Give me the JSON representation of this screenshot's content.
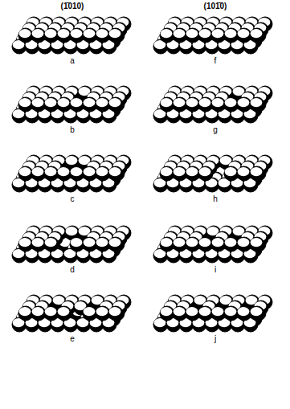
{
  "diagram": {
    "labels": [
      "(1̄010)",
      "(101̄0)",
      "a",
      "b",
      "c",
      "d",
      "e",
      "f",
      "g",
      "h",
      "i",
      "j"
    ]
  }
}
